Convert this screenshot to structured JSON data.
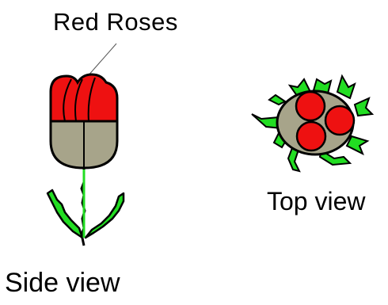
{
  "labels": {
    "title": "Red Roses",
    "side": "Side view",
    "top": "Top view"
  },
  "colors": {
    "petal": "#ee1111",
    "receptacle": "#a7a48a",
    "leaf": "#22dd22",
    "outline": "#000000"
  }
}
